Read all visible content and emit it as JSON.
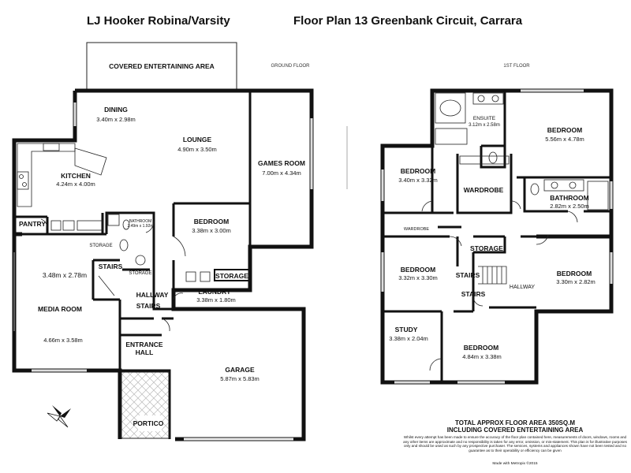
{
  "header": {
    "agency": "LJ Hooker Robina/Varsity",
    "title": "Floor Plan 13 Greenbank Circuit, Carrara"
  },
  "floors": {
    "ground_label": "GROUND FLOOR",
    "first_label": "1ST FLOOR"
  },
  "ground_rooms": {
    "covered": "COVERED ENTERTAINING AREA",
    "dining": "DINING",
    "dining_dim": "3.40m x 2.98m",
    "lounge": "LOUNGE",
    "lounge_dim": "4.90m x 3.50m",
    "games": "GAMES ROOM",
    "games_dim": "7.00m x 4.34m",
    "kitchen": "KITCHEN",
    "kitchen_dim": "4.24m x 4.00m",
    "pantry": "PANTRY",
    "bathroom": "BATHROOM",
    "bathroom_dim": "2.49m x 1.92m",
    "bedroom": "BEDROOM",
    "bedroom_dim": "3.38m x 3.00m",
    "storage1": "STORAGE",
    "storage2": "STORAGE",
    "storage3": "STORAGE",
    "stairs": "STAIRS",
    "media_dim_top": "3.48m x 2.78m",
    "media": "MEDIA ROOM",
    "media_dim": "4.66m x 3.58m",
    "hallway": "HALLWAY",
    "hall_stairs": "STAIRS",
    "laundry": "LAUNDRY",
    "laundry_dim": "3.38m x 1.80m",
    "entrance1": "ENTRANCE",
    "entrance2": "HALL",
    "garage": "GARAGE",
    "garage_dim": "5.87m x 5.83m",
    "portico": "PORTICO"
  },
  "first_rooms": {
    "ensuite": "ENSUITE",
    "ensuite_dim": "3.12m x 2.58m",
    "master": "BEDROOM",
    "master_dim": "5.56m x 4.78m",
    "bed2": "BEDROOM",
    "bed2_dim": "3.40m x 3.32m",
    "wardrobe": "WARDROBE",
    "wardrobe_small": "WARDROBE",
    "bathroom": "BATHROOM",
    "bathroom_dim": "2.82m x 2.50m",
    "storage": "STORAGE",
    "bed3": "BEDROOM",
    "bed3_dim": "3.32m x 3.30m",
    "stairs1": "STAIRS",
    "stairs2": "STAIRS",
    "hallway": "HALLWAY",
    "bed4": "BEDROOM",
    "bed4_dim": "3.30m x 2.82m",
    "study": "STUDY",
    "study_dim": "3.38m x 2.04m",
    "bed5": "BEDROOM",
    "bed5_dim": "4.84m x 3.38m"
  },
  "footer": {
    "area_line1": "TOTAL APPROX FLOOR AREA 350SQ.M",
    "area_line2": "INCLUDING COVERED ENTERTAINING AREA",
    "disclaimer": "Whilst every attempt has been made to ensure the accuracy of the floor plan contained here, measurements of doors, windows, rooms and any other items are approximate and no responsibility is taken for any error, omission, or mis-statement. This plan is for illustrative purposes only and should be used as such by any prospective purchaser. The services, systems and appliances shown have not been tested and no guarantee as to their operability or efficiency can be given",
    "credit": "Made with Metropix ©2015"
  },
  "icons": [
    "compass-icon"
  ]
}
